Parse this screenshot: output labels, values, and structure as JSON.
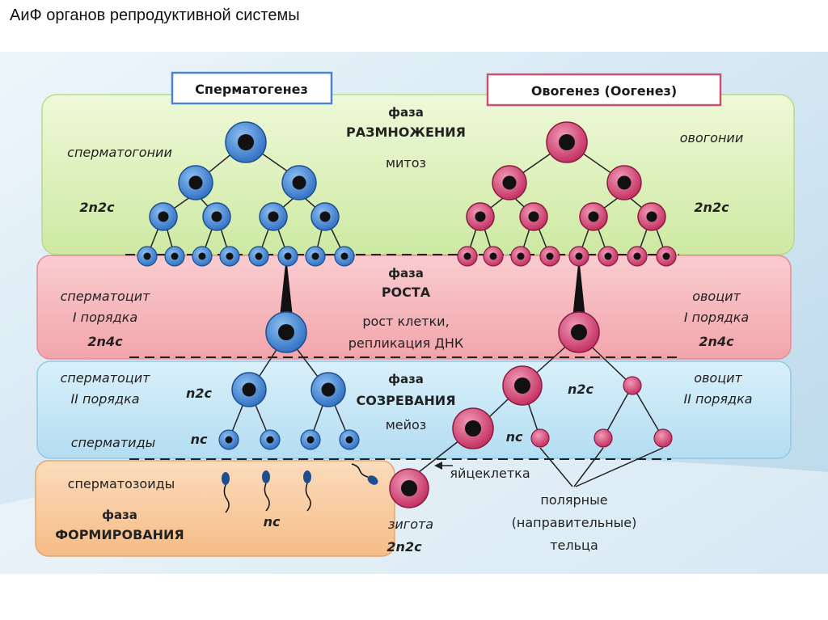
{
  "slide": {
    "title": "АиФ органов репродуктивной системы"
  },
  "headers": {
    "spermatogenesis": "Сперматогенез",
    "oogenesis": "Овогенез (Оогенез)"
  },
  "phases": {
    "reproduction": {
      "word": "фаза",
      "name": "РАЗМНОЖЕНИЯ",
      "process": "митоз"
    },
    "growth": {
      "word": "фаза",
      "name": "РОСТА",
      "process_line1": "рост клетки,",
      "process_line2": "репликация ДНК"
    },
    "maturation": {
      "word": "фаза",
      "name": "СОЗРЕВАНИЯ",
      "process": "мейоз"
    },
    "formation": {
      "word": "фаза",
      "name": "ФОРМИРОВАНИЯ"
    }
  },
  "male_labels": {
    "spermatogonia": "сперматогонии",
    "spermatogonia_formula": "2n2c",
    "spermatocyte1_line1": "сперматоцит",
    "spermatocyte1_line2": "I порядка",
    "spermatocyte1_formula": "2n4c",
    "spermatocyte2_line1": "сперматоцит",
    "spermatocyte2_line2": "II порядка",
    "spermatocyte2_formula": "n2c",
    "spermatids": "сперматиды",
    "spermatids_formula": "nc",
    "spermatozoa": "сперматозоиды",
    "spermatozoa_formula": "nc"
  },
  "female_labels": {
    "oogonia": "овогонии",
    "oogonia_formula": "2n2c",
    "oocyte1_line1": "овоцит",
    "oocyte1_line2": "I порядка",
    "oocyte1_formula": "2n4c",
    "oocyte2_line1": "овоцит",
    "oocyte2_line2": "II порядка",
    "oocyte2_formula": "n2c",
    "egg_formula": "nc",
    "egg_cell": "яйцеклетка",
    "polar_line1": "полярные",
    "polar_line2": "(направительные)",
    "polar_line3": "тельца",
    "zygote": "зигота",
    "zygote_formula": "2n2c"
  },
  "colors": {
    "male_cell": "#3b7fd0",
    "female_cell": "#d23c6a",
    "band_reproduction": "#dff2b8",
    "band_growth": "#f6b8bd",
    "band_maturation": "#c7e8f7",
    "band_formation": "#f9cfa7"
  }
}
